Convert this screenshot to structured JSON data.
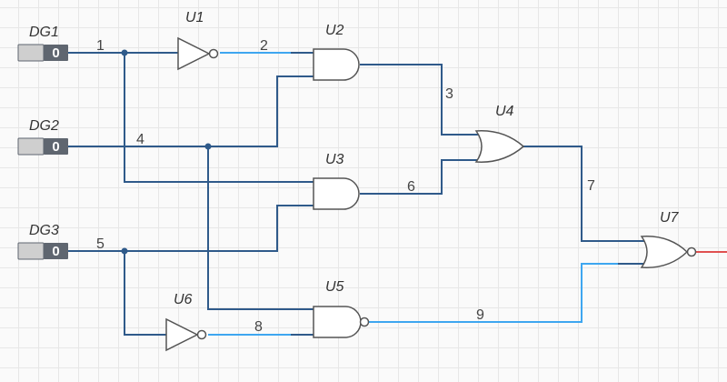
{
  "colors": {
    "wire_dark": "#2f5a8a",
    "wire_light": "#3ea6f0",
    "wire_out": "#e05050",
    "gate_stroke": "#555555",
    "switch_dark": "#5f6670",
    "switch_light": "#cfcfcf"
  },
  "inputs": [
    {
      "name": "DG1",
      "value": "0"
    },
    {
      "name": "DG2",
      "value": "0"
    },
    {
      "name": "DG3",
      "value": "0"
    }
  ],
  "gates": [
    {
      "name": "U1",
      "type": "NOT"
    },
    {
      "name": "U2",
      "type": "AND"
    },
    {
      "name": "U3",
      "type": "AND"
    },
    {
      "name": "U4",
      "type": "OR"
    },
    {
      "name": "U5",
      "type": "NAND"
    },
    {
      "name": "U6",
      "type": "NOT"
    },
    {
      "name": "U7",
      "type": "NOR"
    }
  ],
  "nets": [
    "1",
    "2",
    "3",
    "4",
    "5",
    "6",
    "7",
    "8",
    "9"
  ]
}
